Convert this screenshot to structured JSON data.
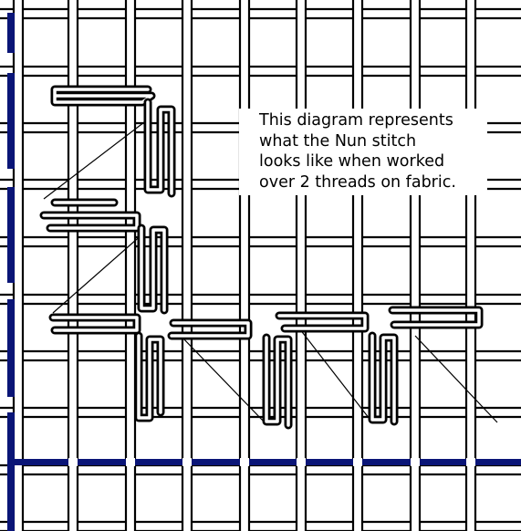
{
  "caption": {
    "lines": [
      "This diagram represents",
      "what the Nun stitch",
      "looks like when worked",
      "over 2 threads on fabric."
    ]
  },
  "colors": {
    "background": "#ffffff",
    "thread": "#000000",
    "thread_highlight": "#ffffff",
    "ruler": "#0a1577"
  },
  "legend_icons": [
    "fabric-grid",
    "nun-stitch-thread",
    "ruler-marks"
  ]
}
